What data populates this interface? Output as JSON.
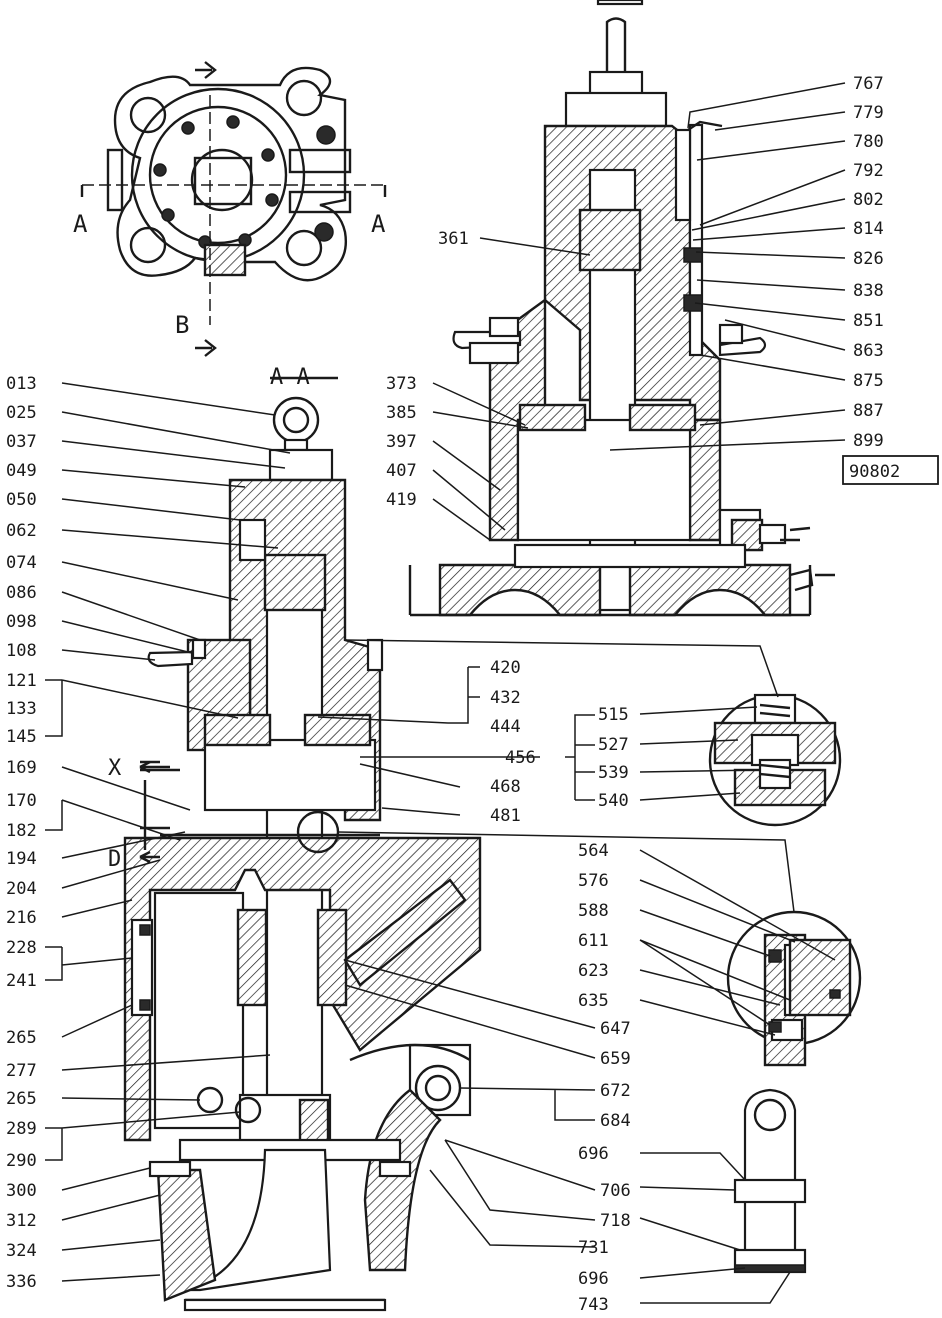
{
  "figure": {
    "section_label": "A-A",
    "top_view_labels": {
      "section_a_left": "A",
      "section_a_right": "A",
      "section_b": "B"
    },
    "flow_labels": {
      "x": "X",
      "d": "D"
    },
    "boxed_label": "90802",
    "left_labels": [
      "013",
      "025",
      "037",
      "049",
      "050",
      "062",
      "074",
      "086",
      "098",
      "108",
      "121",
      "133",
      "145",
      "169",
      "170",
      "182",
      "194",
      "204",
      "216",
      "228",
      "241",
      "265",
      "277",
      "265",
      "289",
      "290",
      "300",
      "312",
      "324",
      "336"
    ],
    "middle_labels": [
      "420",
      "432",
      "444",
      "456",
      "468",
      "481",
      "564",
      "576",
      "588",
      "611",
      "623",
      "635",
      "647",
      "659",
      "672",
      "684",
      "696",
      "706",
      "718",
      "731",
      "696",
      "743"
    ],
    "right_labels": [
      "767",
      "779",
      "780",
      "792",
      "802",
      "814",
      "826",
      "838",
      "851",
      "863",
      "875",
      "887",
      "899"
    ],
    "upper_left_labels": [
      "361",
      "373",
      "385",
      "397",
      "407",
      "419"
    ],
    "detail_labels": [
      "515",
      "527",
      "539",
      "540"
    ]
  }
}
